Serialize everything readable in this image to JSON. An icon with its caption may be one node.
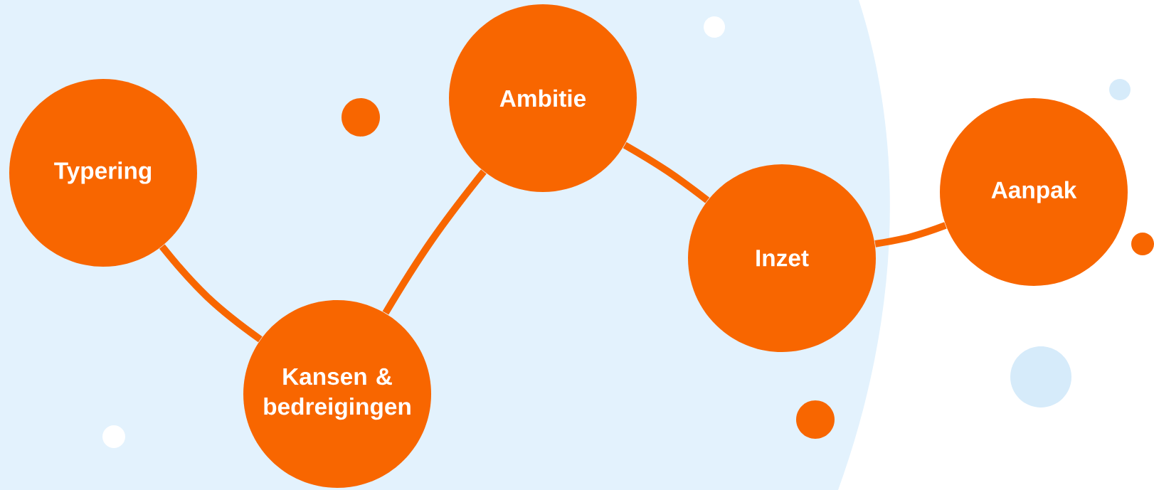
{
  "diagram": {
    "nodes": [
      {
        "text": [
          "Typering"
        ]
      },
      {
        "text": [
          "Kansen & bedreigingen"
        ]
      },
      {
        "text": [
          "Ambitie"
        ]
      },
      {
        "text": [
          "Inzet"
        ]
      },
      {
        "text": [
          "Aanpak"
        ]
      }
    ],
    "edges": [
      {
        "from": 0,
        "to": 1,
        "arrow": "none"
      },
      {
        "from": 1,
        "to": 2,
        "arrow": "none"
      },
      {
        "from": 2,
        "to": 3,
        "arrow": "none"
      },
      {
        "from": 3,
        "to": 4,
        "arrow": "none"
      }
    ]
  }
}
